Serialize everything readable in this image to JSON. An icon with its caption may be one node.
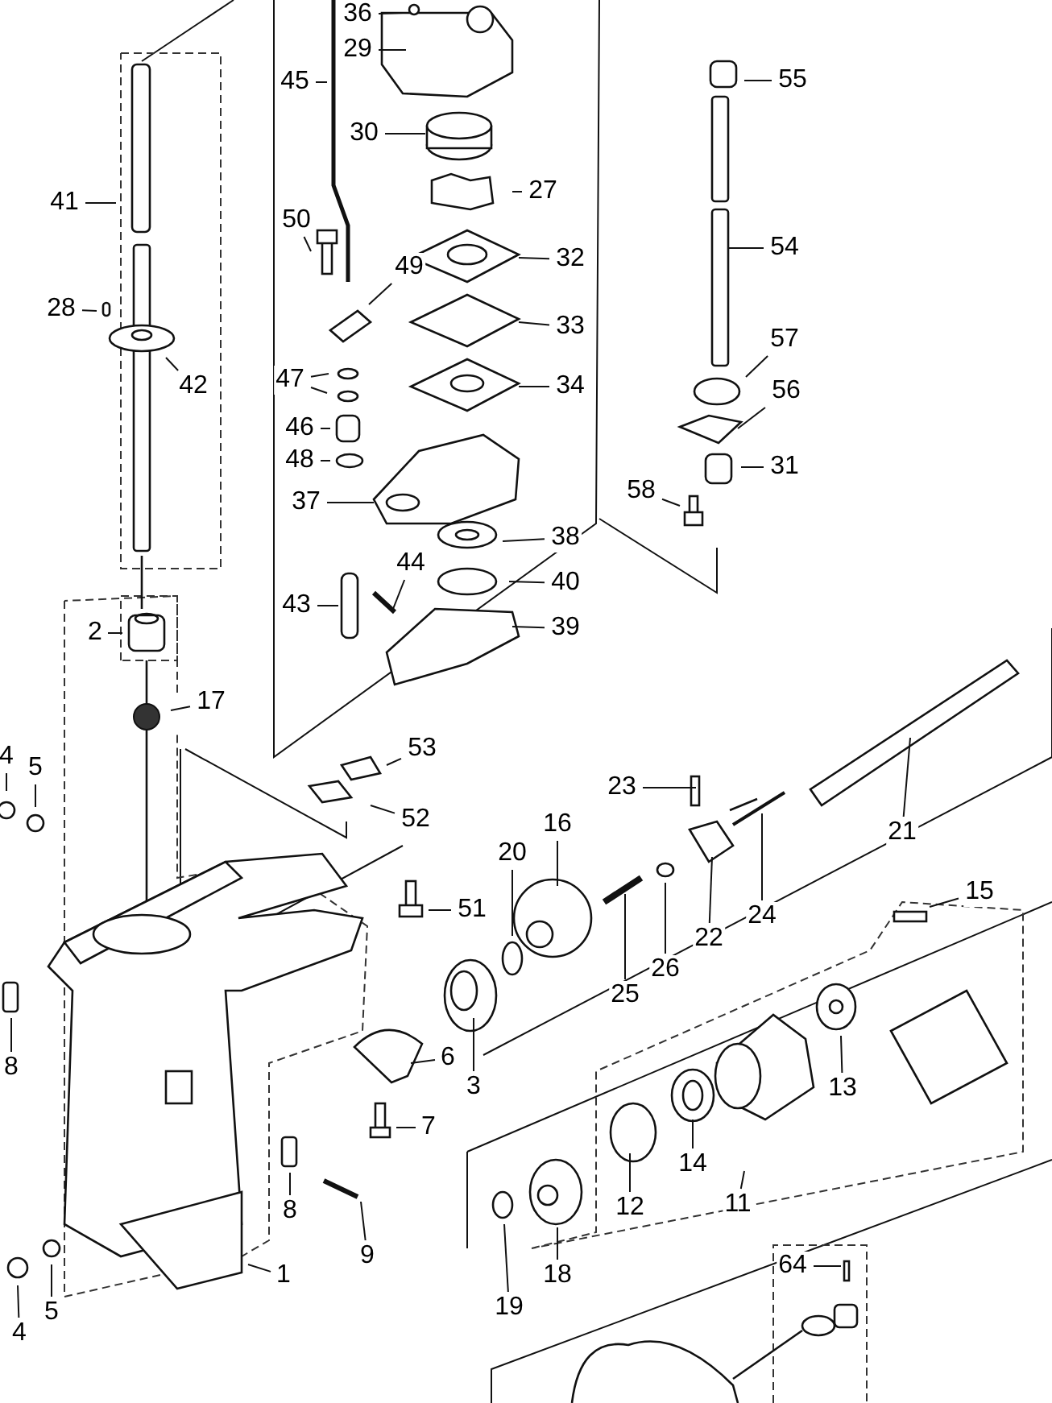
{
  "diagram": {
    "nodes": [
      {
        "text": [
          "36"
        ]
      },
      {
        "text": [
          "29"
        ]
      },
      {
        "text": [
          "45"
        ]
      },
      {
        "text": [
          "55"
        ]
      },
      {
        "text": [
          "30"
        ]
      },
      {
        "text": [
          "27"
        ]
      },
      {
        "text": [
          "41"
        ]
      },
      {
        "text": [
          "50"
        ]
      },
      {
        "text": [
          "54"
        ]
      },
      {
        "text": [
          "32"
        ]
      },
      {
        "text": [
          "49"
        ]
      },
      {
        "text": [
          "28"
        ]
      },
      {
        "text": [
          "33"
        ]
      },
      {
        "text": [
          "47"
        ]
      },
      {
        "text": [
          "42"
        ]
      },
      {
        "text": [
          "57"
        ]
      },
      {
        "text": [
          "34"
        ]
      },
      {
        "text": [
          "56"
        ]
      },
      {
        "text": [
          "46"
        ]
      },
      {
        "text": [
          "48"
        ]
      },
      {
        "text": [
          "31"
        ]
      },
      {
        "text": [
          "58"
        ]
      },
      {
        "text": [
          "37"
        ]
      },
      {
        "text": [
          "38"
        ]
      },
      {
        "text": [
          "44"
        ]
      },
      {
        "text": [
          "40"
        ]
      },
      {
        "text": [
          "43"
        ]
      },
      {
        "text": [
          "39"
        ]
      },
      {
        "text": [
          "2"
        ]
      },
      {
        "text": [
          "17"
        ]
      },
      {
        "text": [
          "53"
        ]
      },
      {
        "text": [
          "4"
        ]
      },
      {
        "text": [
          "5"
        ]
      },
      {
        "text": [
          "23"
        ]
      },
      {
        "text": [
          "16"
        ]
      },
      {
        "text": [
          "52"
        ]
      },
      {
        "text": [
          "20"
        ]
      },
      {
        "text": [
          "21"
        ]
      },
      {
        "text": [
          "15"
        ]
      },
      {
        "text": [
          "51"
        ]
      },
      {
        "text": [
          "24"
        ]
      },
      {
        "text": [
          "22"
        ]
      },
      {
        "text": [
          "26"
        ]
      },
      {
        "text": [
          "25"
        ]
      },
      {
        "text": [
          "8"
        ]
      },
      {
        "text": [
          "6"
        ]
      },
      {
        "text": [
          "3"
        ]
      },
      {
        "text": [
          "13"
        ]
      },
      {
        "text": [
          "7"
        ]
      },
      {
        "text": [
          "14"
        ]
      },
      {
        "text": [
          "12"
        ]
      },
      {
        "text": [
          "11"
        ]
      },
      {
        "text": [
          "8"
        ]
      },
      {
        "text": [
          "9"
        ]
      },
      {
        "text": [
          "1"
        ]
      },
      {
        "text": [
          "18"
        ]
      },
      {
        "text": [
          "19"
        ]
      },
      {
        "text": [
          "5"
        ]
      },
      {
        "text": [
          "4"
        ]
      },
      {
        "text": [
          "64"
        ]
      }
    ],
    "edges": [
      {
        "from": 0,
        "to": null,
        "arrow": "none"
      },
      {
        "from": 1,
        "to": null,
        "arrow": "none"
      },
      {
        "from": 2,
        "to": null,
        "arrow": "none"
      },
      {
        "from": 3,
        "to": null,
        "arrow": "none"
      },
      {
        "from": 4,
        "to": null,
        "arrow": "none"
      },
      {
        "from": 5,
        "to": null,
        "arrow": "none"
      },
      {
        "from": 6,
        "to": null,
        "arrow": "none"
      },
      {
        "from": 7,
        "to": null,
        "arrow": "none"
      },
      {
        "from": 8,
        "to": null,
        "arrow": "none"
      },
      {
        "from": 9,
        "to": null,
        "arrow": "none"
      },
      {
        "from": 10,
        "to": null,
        "arrow": "none"
      },
      {
        "from": 11,
        "to": null,
        "arrow": "none"
      },
      {
        "from": 12,
        "to": null,
        "arrow": "none"
      },
      {
        "from": 13,
        "to": null,
        "arrow": "none"
      },
      {
        "from": 14,
        "to": null,
        "arrow": "none"
      },
      {
        "from": 15,
        "to": null,
        "arrow": "none"
      },
      {
        "from": 16,
        "to": null,
        "arrow": "none"
      },
      {
        "from": 17,
        "to": null,
        "arrow": "none"
      },
      {
        "from": 18,
        "to": null,
        "arrow": "none"
      },
      {
        "from": 19,
        "to": null,
        "arrow": "none"
      },
      {
        "from": 20,
        "to": null,
        "arrow": "none"
      },
      {
        "from": 21,
        "to": null,
        "arrow": "none"
      },
      {
        "from": 22,
        "to": null,
        "arrow": "none"
      },
      {
        "from": 23,
        "to": null,
        "arrow": "none"
      },
      {
        "from": 24,
        "to": null,
        "arrow": "none"
      },
      {
        "from": 25,
        "to": null,
        "arrow": "none"
      },
      {
        "from": 26,
        "to": null,
        "arrow": "none"
      },
      {
        "from": 27,
        "to": null,
        "arrow": "none"
      },
      {
        "from": 28,
        "to": null,
        "arrow": "none"
      },
      {
        "from": 29,
        "to": null,
        "arrow": "none"
      },
      {
        "from": 30,
        "to": null,
        "arrow": "none"
      },
      {
        "from": 31,
        "to": null,
        "arrow": "none"
      },
      {
        "from": 32,
        "to": null,
        "arrow": "none"
      },
      {
        "from": 33,
        "to": null,
        "arrow": "none"
      },
      {
        "from": 34,
        "to": null,
        "arrow": "none"
      },
      {
        "from": 35,
        "to": null,
        "arrow": "none"
      },
      {
        "from": 36,
        "to": null,
        "arrow": "none"
      },
      {
        "from": 37,
        "to": null,
        "arrow": "none"
      },
      {
        "from": 38,
        "to": null,
        "arrow": "none"
      },
      {
        "from": 39,
        "to": null,
        "arrow": "none"
      },
      {
        "from": 40,
        "to": null,
        "arrow": "none"
      },
      {
        "from": 41,
        "to": null,
        "arrow": "none"
      },
      {
        "from": 42,
        "to": null,
        "arrow": "none"
      },
      {
        "from": 43,
        "to": null,
        "arrow": "none"
      },
      {
        "from": 44,
        "to": null,
        "arrow": "none"
      },
      {
        "from": 45,
        "to": null,
        "arrow": "none"
      },
      {
        "from": 46,
        "to": null,
        "arrow": "none"
      },
      {
        "from": 47,
        "to": null,
        "arrow": "none"
      },
      {
        "from": 48,
        "to": null,
        "arrow": "none"
      },
      {
        "from": 49,
        "to": null,
        "arrow": "none"
      },
      {
        "from": 50,
        "to": null,
        "arrow": "none"
      },
      {
        "from": 51,
        "to": null,
        "arrow": "none"
      },
      {
        "from": 52,
        "to": null,
        "arrow": "none"
      },
      {
        "from": 53,
        "to": null,
        "arrow": "none"
      },
      {
        "from": 54,
        "to": null,
        "arrow": "none"
      },
      {
        "from": 55,
        "to": null,
        "arrow": "none"
      },
      {
        "from": 56,
        "to": null,
        "arrow": "none"
      },
      {
        "from": 57,
        "to": null,
        "arrow": "none"
      },
      {
        "from": 58,
        "to": null,
        "arrow": "none"
      },
      {
        "from": 59,
        "to": null,
        "arrow": "none"
      },
      {
        "from": 13,
        "to": null,
        "arrow": "none"
      }
    ]
  }
}
